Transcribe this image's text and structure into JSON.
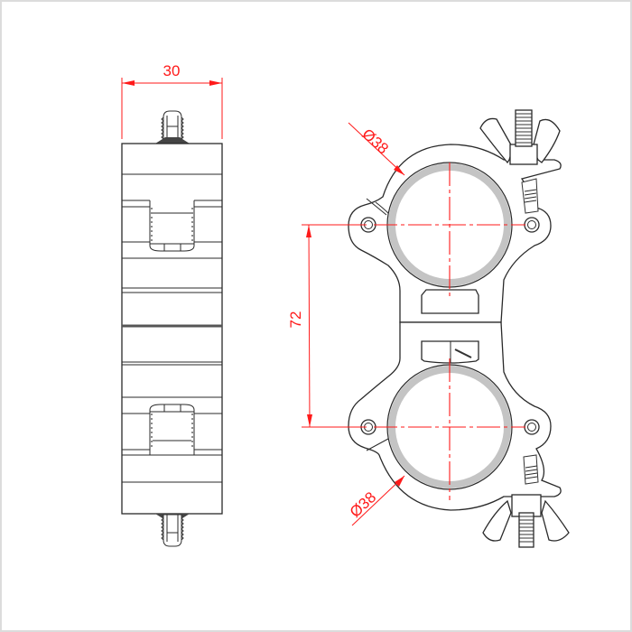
{
  "drawing": {
    "title": "Double coupler clamp technical drawing",
    "views": [
      "side-view",
      "front-view"
    ],
    "dimensions": {
      "width_label": "30",
      "center_distance_label": "72",
      "tube_diameter_top_label": "Ø38",
      "tube_diameter_bottom_label": "Ø38"
    },
    "colors": {
      "dimension": "#ff1a1a",
      "outline": "#2a2a2a",
      "tube": "#c4c4c4",
      "border": "#dcdcdc"
    }
  }
}
